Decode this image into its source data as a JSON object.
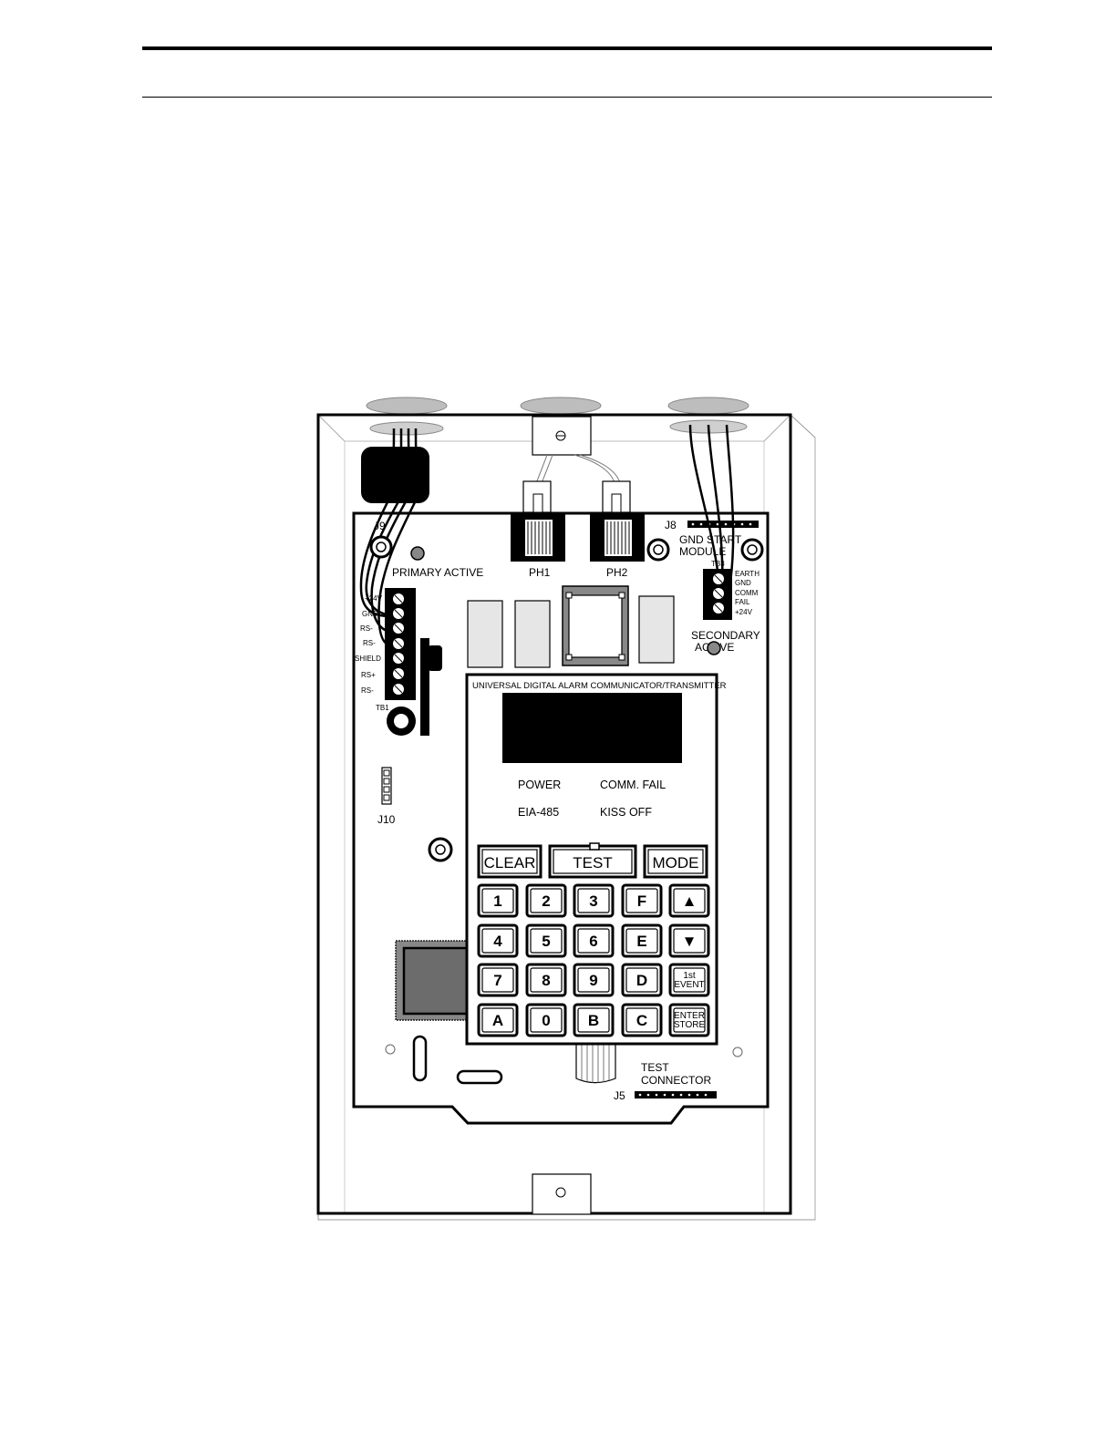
{
  "labels": {
    "j8": "J8",
    "gnd_start": "GND START",
    "module": "MODULE",
    "primary_active": "PRIMARY ACTIVE",
    "ph1": "PH1",
    "ph2": "PH2",
    "tb3": "TB3",
    "tb3_terms": [
      "EARTH",
      "GND",
      "COMM",
      "FAIL",
      "+24V"
    ],
    "secondary": "SECONDARY",
    "active": "ACTIVE",
    "tb1": "TB1",
    "tb1_terms": [
      "+24V",
      "GND",
      "RS-",
      "RS-",
      "SHIELD",
      "RS+",
      "RS-"
    ],
    "j10": "J10",
    "test_connector_1": "TEST",
    "test_connector_2": "CONNECTOR",
    "j5": "J5",
    "j9": "J9"
  },
  "panel": {
    "title": "UNIVERSAL DIGITAL ALARM COMMUNICATOR/TRANSMITTER",
    "leds": [
      "POWER",
      "COMM. FAIL",
      "EIA-485",
      "KISS OFF"
    ]
  },
  "keypad": {
    "top": [
      "CLEAR",
      "TEST",
      "MODE"
    ],
    "rows": [
      [
        "1",
        "2",
        "3",
        "F",
        "▲"
      ],
      [
        "4",
        "5",
        "6",
        "E",
        "▼"
      ],
      [
        "7",
        "8",
        "9",
        "D",
        "1st|EVENT"
      ],
      [
        "A",
        "0",
        "B",
        "C",
        "ENTER|STORE"
      ]
    ]
  }
}
